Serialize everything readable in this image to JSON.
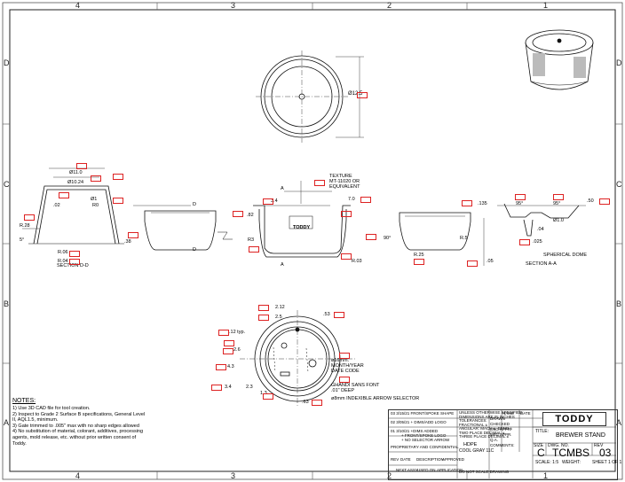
{
  "zones": {
    "cols": [
      "4",
      "3",
      "2",
      "1"
    ],
    "rows": [
      "D",
      "C",
      "B",
      "A"
    ]
  },
  "dims": {
    "top_dia": "Ø12.5",
    "dia_11": "Ø11.0",
    "dia_1024": "Ø10.24",
    "d1": "Ø1",
    "d02": ".02",
    "r0": "R0",
    "r28": "R.28",
    "a5": "5°",
    "r06": "R.06",
    "r04": "R.04",
    "d38": ".38",
    "d34": "3.4",
    "d70": "7.0",
    "r3": "R3",
    "d82": ".82",
    "r03": "R.03",
    "d135": ".135",
    "a95": "95°",
    "d04": ".04",
    "d05": ".05",
    "d025": ".025",
    "d10": "Ø1.0",
    "d50": ".50",
    "r5": "R.5",
    "a90": "90°",
    "r25": "R.25",
    "b212": "2.12",
    "b25": "2.5",
    "b53": ".53",
    "b12typ": ".12 typ.",
    "b26": "2.6",
    "b43": "4.3",
    "b33": "3.4",
    "b23": "2.3",
    "b13": "1.3",
    "b63": ".63"
  },
  "labels": {
    "section_dd": "SECTION D-D",
    "section_aa": "SECTION A-A",
    "texture": "TEXTURE\nMT-11020 OR\nEQUIVALENT",
    "spherical": "SPHERICAL DOME",
    "date_code": "ø16mm.\nMONTH/YEAR\nDATE CODE",
    "gh_font": "GHANDI SANS FONT\n.01\" DEEP",
    "arrow_sel": "ø8mm INDEXIBLE ARROW SELECTOR",
    "logo_text": "TODDY",
    "cut_a": "A",
    "cut_d": "D"
  },
  "notes": {
    "title": "NOTES:",
    "items": [
      "1) Use 3D CAD file for tool creation.",
      "2) Inspect to Grade 2 Surface B specifications, General Level II, AQL1.5, minimum.",
      "3) Gate trimmed to .005\" max with no sharp edges allowed",
      "4) No substitution of material, colorant, additives, processing agents, mold release, etc. without prior written consent of Toddy."
    ]
  },
  "title_block": {
    "logo": "TODDY",
    "title": "BREWER STAND",
    "size_label": "SIZE",
    "size": "C",
    "dwg_label": "DWG. NO.",
    "dwg_no": "TCMBS",
    "rev_label": "REV",
    "rev": "03",
    "scale": "SCALE: 1:5",
    "weight": "WEIGHT:",
    "sheet": "SHEET 1 OF 1",
    "title_label": "TITLE:",
    "material": "HDPE",
    "finish": "COOL GRAY 11C",
    "rev_rows": [
      "03 3/15/21 FRONT/SPOKE SHAPE",
      "02 3/05/21 + DIMS/ADD LOGO",
      "01 3/10/21 +DIMS ADDED",
      "+ FRONT/SPOKE LOGO",
      "+ NO SELECTOR ARROW"
    ],
    "desc_label": "DESCRIPTION",
    "approved_label": "APPROVED",
    "rev_col": "REV",
    "date_col": "DATE",
    "drawn": "DRAWN",
    "checked": "CHECKED",
    "eng_appr": "ENG APPR.",
    "mfg_appr": "MFG APPR.",
    "qa": "Q.A.",
    "comments": "COMMENTS:",
    "name_col": "NAME",
    "date2_col": "DATE",
    "dims_note": "UNLESS OTHERWISE SPECIFIED:\nDIMENSIONS ARE IN INCHES\nTOLERANCES:\nFRACTIONAL ±\nANGULAR: MACH ±  BEND ±\nTWO PLACE DECIMAL ±\nTHREE PLACE DECIMAL ±",
    "proprietary": "PROPRIETARY AND CONFIDENTIAL",
    "next_assy": "NEXT ASSY",
    "used_on": "USED ON",
    "application": "APPLICATION",
    "do_not_scale": "DO NOT SCALE DRAWING"
  }
}
